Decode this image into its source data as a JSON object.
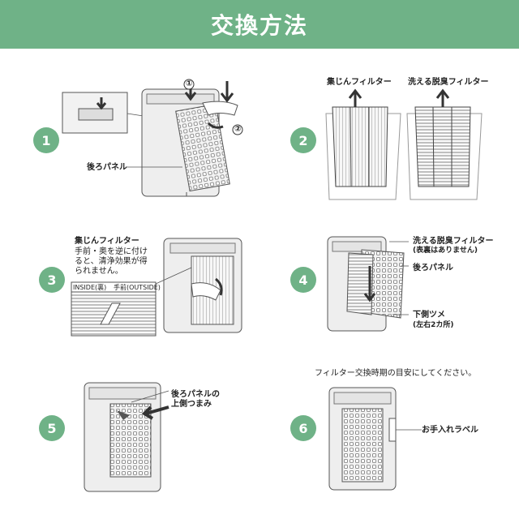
{
  "header": {
    "title": "交換方法"
  },
  "steps": [
    {
      "number": "1",
      "labels": {
        "back_panel": "後ろパネル",
        "marker_1": "①",
        "marker_2": "②"
      }
    },
    {
      "number": "2",
      "labels": {
        "dust_filter": "集じんフィルター",
        "washable_filter": "洗える脱臭フィルター"
      }
    },
    {
      "number": "3",
      "labels": {
        "dust_filter": "集じんフィルター",
        "caution": "手前・奥を逆に付けると、清浄効果が得られません。",
        "inside": "INSIDE(裏)",
        "outside": "手前(OUTSIDE)"
      }
    },
    {
      "number": "4",
      "labels": {
        "washable_filter": "洗える脱臭フィルター",
        "washable_note": "(表裏はありません)",
        "back_panel": "後ろパネル",
        "lower_claw": "下側ツメ",
        "lower_claw_note": "(左右2カ所)"
      }
    },
    {
      "number": "5",
      "labels": {
        "upper_tab_line1": "後ろパネルの",
        "upper_tab_line2": "上側つまみ"
      }
    },
    {
      "number": "6",
      "labels": {
        "guide": "フィルター交換時期の目安にしてください。",
        "care_label": "お手入れラベル"
      }
    }
  ],
  "colors": {
    "accent": "#6fb287",
    "line": "#555555",
    "device_fill": "#eeeeee"
  }
}
